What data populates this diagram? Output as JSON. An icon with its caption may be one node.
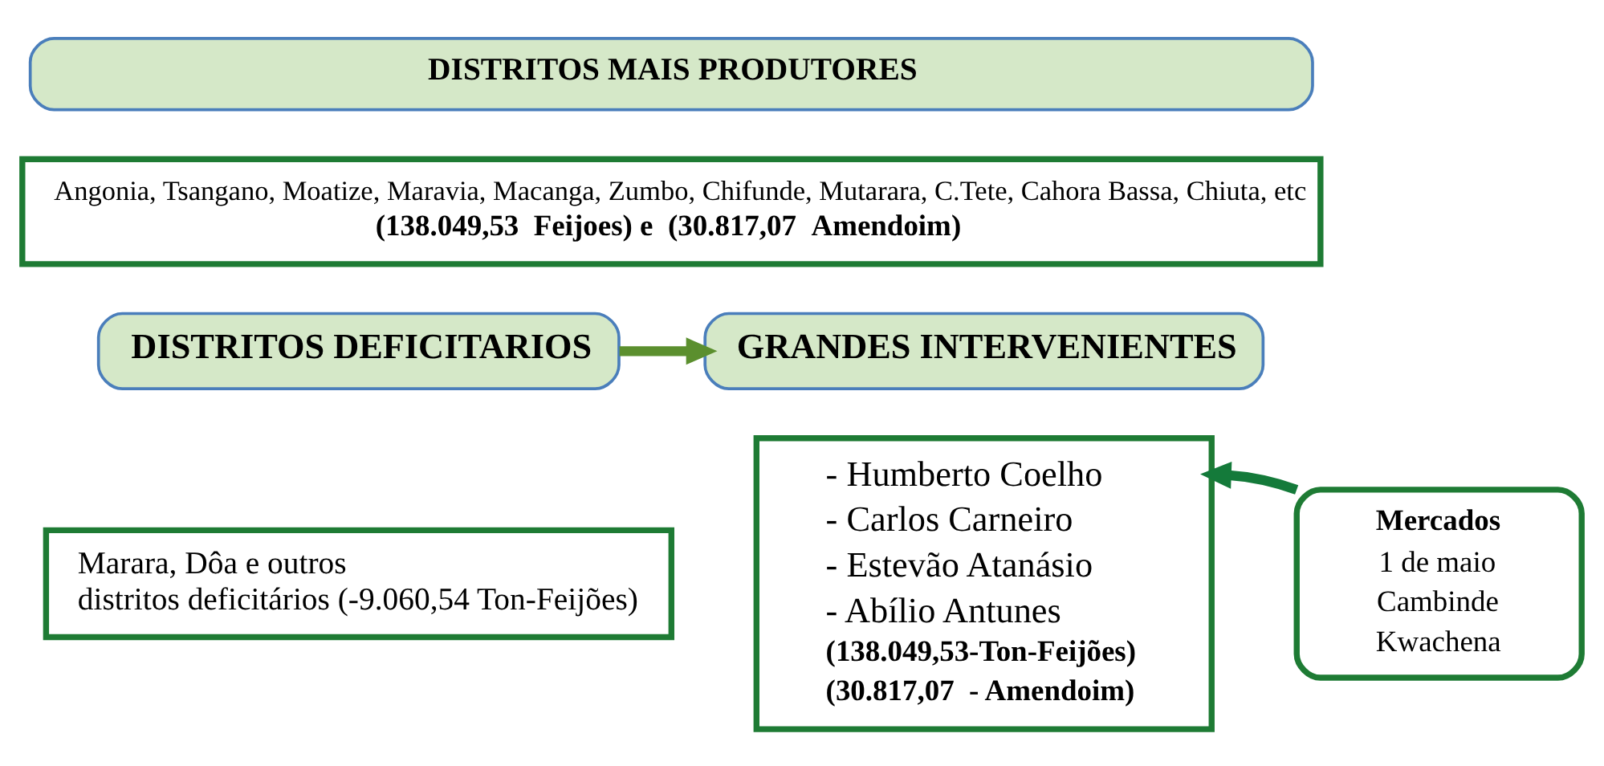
{
  "diagram": {
    "nodes": [
      {
        "text": [
          "DISTRITOS MAIS PRODUTORES"
        ]
      },
      {
        "text": [
          "Angonia, Tsangano, Moatize, Maravia, Macanga, Zumbo, Chifunde, Mutarara, C.Tete, Cahora Bassa, Chiuta, etc",
          "(138.049,53  Feijoes) e  (30.817,07  Amendoim)"
        ]
      },
      {
        "text": [
          "DISTRITOS DEFICITARIOS"
        ]
      },
      {
        "text": [
          "GRANDES INTERVENIENTES"
        ]
      },
      {
        "text": [
          "Marara, Dôa e outros distritos deficitários (-9.060,54 Ton-Feijões)"
        ]
      },
      {
        "text": [
          "- Humberto Coelho",
          "- Carlos Carneiro",
          "- Estevão Atanásio",
          "- Abílio Antunes",
          "(138.049,53-Ton-Feijões)",
          "(30.817,07  - Amendoim)"
        ]
      },
      {
        "text": [
          "Mercados",
          "1 de maio",
          "Cambinde",
          "Kwachena"
        ]
      }
    ],
    "edges": [
      {
        "from": 2,
        "to": 3,
        "arrow": "to"
      },
      {
        "from": 6,
        "to": 5,
        "arrow": "to"
      }
    ]
  }
}
